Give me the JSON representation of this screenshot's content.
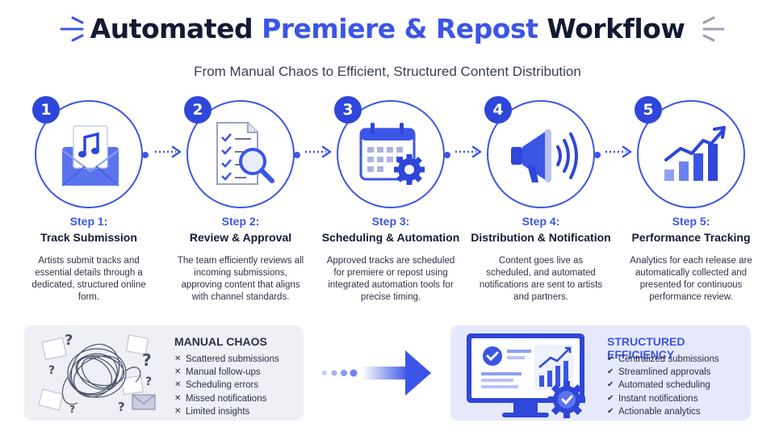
{
  "header": {
    "title_part1": "Automated ",
    "title_accent": "Premiere & Repost",
    "title_part2": " Workflow",
    "subtitle": "From Manual Chaos to Efficient, Structured Content Distribution"
  },
  "colors": {
    "accent": "#3b55e6",
    "dark": "#141a33",
    "chaos_bg": "#eef0f5",
    "efficiency_bg": "#e6e9fc"
  },
  "steps": [
    {
      "number": "1",
      "label": "Step 1:",
      "name": "Track Submission",
      "icon": "music-envelope-icon",
      "description": "Artists submit tracks and essential details through a dedicated, structured online form."
    },
    {
      "number": "2",
      "label": "Step 2:",
      "name": "Review & Approval",
      "icon": "checklist-magnifier-icon",
      "description": "The team efficiently reviews all incoming submissions, approving content that aligns with channel standards."
    },
    {
      "number": "3",
      "label": "Step 3:",
      "name": "Scheduling & Automation",
      "icon": "calendar-gear-icon",
      "description": "Approved tracks are scheduled for premiere or repost using integrated automation tools for precise timing."
    },
    {
      "number": "4",
      "label": "Step 4:",
      "name": "Distribution & Notification",
      "icon": "megaphone-icon",
      "description": "Content goes live as scheduled, and automated notifications are sent to artists and partners."
    },
    {
      "number": "5",
      "label": "Step 5:",
      "name": "Performance Tracking",
      "icon": "growth-chart-icon",
      "description": "Analytics for each release are automatically collected and presented for continuous performance review."
    }
  ],
  "chaos": {
    "title": "MANUAL CHAOS",
    "items": [
      "Scattered submissions",
      "Manual follow-ups",
      "Scheduling errors",
      "Missed notifications",
      "Limited insights"
    ]
  },
  "efficiency": {
    "title": "STRUCTURED EFFICIENCY",
    "items": [
      "Centralized submissions",
      "Streamlined approvals",
      "Automated scheduling",
      "Instant notifications",
      "Actionable analytics"
    ]
  }
}
